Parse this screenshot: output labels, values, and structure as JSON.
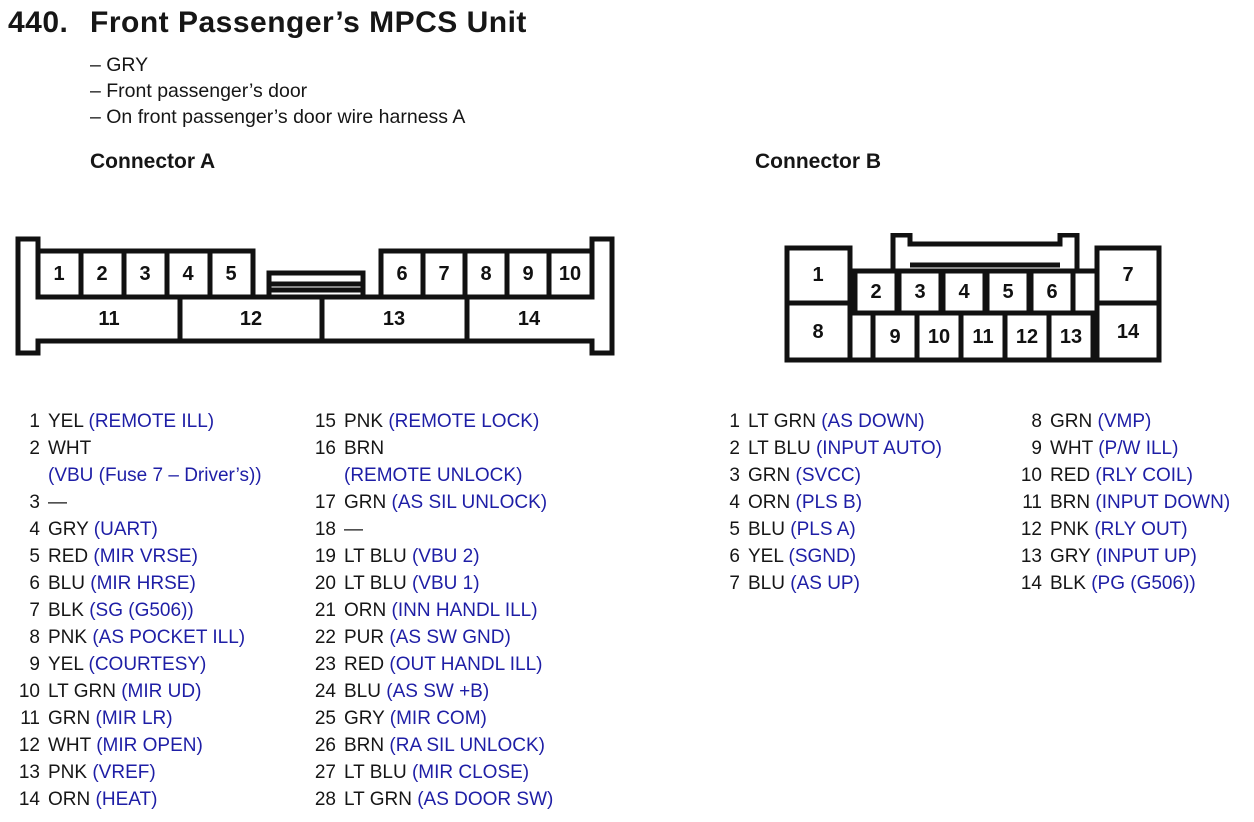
{
  "page": {
    "number": "440.",
    "title": "Front Passenger’s MPCS Unit",
    "details": [
      "– GRY",
      "– Front passenger’s door",
      "– On front passenger’s door wire harness A"
    ]
  },
  "colors": {
    "ink": "#161616",
    "signal_blue": "#1e1ea6"
  },
  "connector_a": {
    "heading": "Connector A",
    "cavities": {
      "top": [
        "1",
        "2",
        "3",
        "4",
        "5",
        "6",
        "7",
        "8",
        "9",
        "10"
      ],
      "bottom": [
        "11",
        "12",
        "13",
        "14"
      ]
    },
    "pin_columns": [
      [
        {
          "num": "1",
          "color": "YEL",
          "signal": "(REMOTE ILL)"
        },
        {
          "num": "2",
          "color": "WHT",
          "signal": "(VBU (Fuse 7 – Driver’s))",
          "wrap": true
        },
        {
          "num": "3",
          "color": "—",
          "signal": ""
        },
        {
          "num": "4",
          "color": "GRY",
          "signal": "(UART)"
        },
        {
          "num": "5",
          "color": "RED",
          "signal": "(MIR VRSE)"
        },
        {
          "num": "6",
          "color": "BLU",
          "signal": "(MIR HRSE)"
        },
        {
          "num": "7",
          "color": "BLK",
          "signal": "(SG (G506))"
        },
        {
          "num": "8",
          "color": "PNK",
          "signal": "(AS POCKET ILL)"
        },
        {
          "num": "9",
          "color": "YEL",
          "signal": "(COURTESY)"
        },
        {
          "num": "10",
          "color": "LT GRN",
          "signal": "(MIR UD)"
        },
        {
          "num": "11",
          "color": "GRN",
          "signal": "(MIR LR)"
        },
        {
          "num": "12",
          "color": "WHT",
          "signal": "(MIR OPEN)"
        },
        {
          "num": "13",
          "color": "PNK",
          "signal": "(VREF)"
        },
        {
          "num": "14",
          "color": "ORN",
          "signal": "(HEAT)"
        }
      ],
      [
        {
          "num": "15",
          "color": "PNK",
          "signal": "(REMOTE LOCK)"
        },
        {
          "num": "16",
          "color": "BRN",
          "signal": "(REMOTE UNLOCK)",
          "wrap": true
        },
        {
          "num": "17",
          "color": "GRN",
          "signal": "(AS SIL UNLOCK)"
        },
        {
          "num": "18",
          "color": "—",
          "signal": ""
        },
        {
          "num": "19",
          "color": "LT BLU",
          "signal": "(VBU 2)"
        },
        {
          "num": "20",
          "color": "LT BLU",
          "signal": "(VBU 1)"
        },
        {
          "num": "21",
          "color": "ORN",
          "signal": "(INN HANDL ILL)"
        },
        {
          "num": "22",
          "color": "PUR",
          "signal": "(AS SW GND)"
        },
        {
          "num": "23",
          "color": "RED",
          "signal": "(OUT HANDL ILL)"
        },
        {
          "num": "24",
          "color": "BLU",
          "signal": "(AS SW +B)"
        },
        {
          "num": "25",
          "color": "GRY",
          "signal": "(MIR COM)"
        },
        {
          "num": "26",
          "color": "BRN",
          "signal": "(RA SIL UNLOCK)"
        },
        {
          "num": "27",
          "color": "LT BLU",
          "signal": "(MIR CLOSE)"
        },
        {
          "num": "28",
          "color": "LT GRN",
          "signal": "(AS DOOR SW)"
        }
      ]
    ]
  },
  "connector_b": {
    "heading": "Connector B",
    "cavities": {
      "left": [
        "1",
        "8"
      ],
      "top": [
        "2",
        "3",
        "4",
        "5",
        "6"
      ],
      "bottom": [
        "9",
        "10",
        "11",
        "12",
        "13"
      ],
      "right": [
        "7",
        "14"
      ]
    },
    "pin_columns": [
      [
        {
          "num": "1",
          "color": "LT GRN",
          "signal": "(AS DOWN)"
        },
        {
          "num": "2",
          "color": "LT BLU",
          "signal": "(INPUT AUTO)"
        },
        {
          "num": "3",
          "color": "GRN",
          "signal": "(SVCC)"
        },
        {
          "num": "4",
          "color": "ORN",
          "signal": "(PLS B)"
        },
        {
          "num": "5",
          "color": "BLU",
          "signal": "(PLS A)"
        },
        {
          "num": "6",
          "color": "YEL",
          "signal": "(SGND)"
        },
        {
          "num": "7",
          "color": "BLU",
          "signal": "(AS UP)"
        }
      ],
      [
        {
          "num": "8",
          "color": "GRN",
          "signal": "(VMP)"
        },
        {
          "num": "9",
          "color": "WHT",
          "signal": "(P/W ILL)"
        },
        {
          "num": "10",
          "color": "RED",
          "signal": "(RLY COIL)"
        },
        {
          "num": "11",
          "color": "BRN",
          "signal": "(INPUT DOWN)"
        },
        {
          "num": "12",
          "color": "PNK",
          "signal": "(RLY OUT)"
        },
        {
          "num": "13",
          "color": "GRY",
          "signal": "(INPUT UP)"
        },
        {
          "num": "14",
          "color": "BLK",
          "signal": "(PG (G506))"
        }
      ]
    ]
  }
}
